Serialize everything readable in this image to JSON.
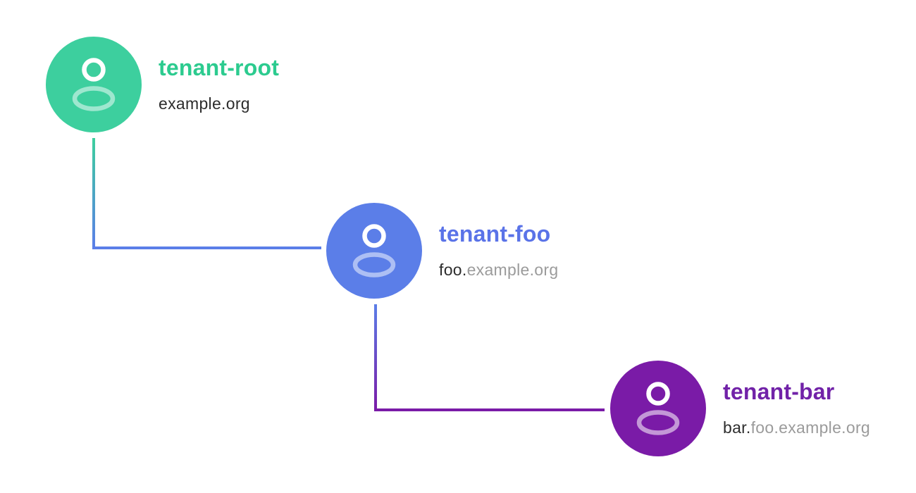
{
  "nodes": [
    {
      "id": "tenant-root",
      "title": "tenant-root",
      "domain_own": "example.org",
      "domain_inherited": "",
      "circle_color": "#3DCF9E",
      "title_color": "#2CCB8F",
      "icon": "user-icon"
    },
    {
      "id": "tenant-foo",
      "title": "tenant-foo",
      "domain_own": "foo.",
      "domain_inherited": "example.org",
      "circle_color": "#5B7EE8",
      "title_color": "#5A73E8",
      "icon": "user-icon"
    },
    {
      "id": "tenant-bar",
      "title": "tenant-bar",
      "domain_own": "bar.",
      "domain_inherited": "foo.example.org",
      "circle_color": "#7A1BA7",
      "title_color": "#7122A8",
      "icon": "user-icon"
    }
  ],
  "connectors": [
    {
      "from": "tenant-root",
      "to": "tenant-foo",
      "from_color": "#3DCF9E",
      "to_color": "#5B7EE8"
    },
    {
      "from": "tenant-foo",
      "to": "tenant-bar",
      "from_color": "#5B7EE8",
      "to_color": "#7A1BA7"
    }
  ],
  "text_colors": {
    "domain_own": "#2D2D2D",
    "domain_inherited": "#9B9B9B"
  }
}
